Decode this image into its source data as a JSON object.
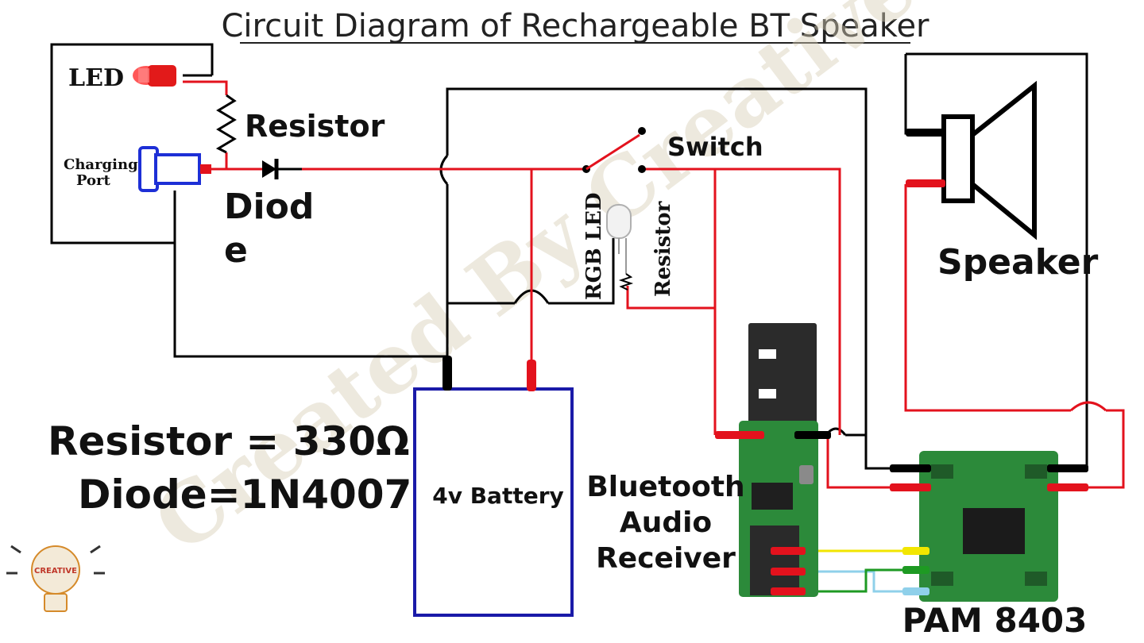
{
  "title": "Circuit Diagram of Rechargeable BT Speaker",
  "labels": {
    "led": "LED",
    "resistor_top": "Resistor",
    "charging_port_line1": "Charging",
    "charging_port_line2": "Port",
    "diode_line1": "Diod",
    "diode_line2": "e",
    "switch": "Switch",
    "rgb_led": "RGB LED",
    "resistor_vertical": "Resistor",
    "speaker": "Speaker",
    "battery": "4v Battery",
    "bt_line1": "Bluetooth",
    "bt_line2": "Audio",
    "bt_line3": "Receiver",
    "pam": "PAM 8403",
    "spec_resistor": "Resistor = 330Ω",
    "spec_diode": "Diode=1N4007"
  },
  "watermark": "Created By Creative Rohan",
  "logo_text": "CREATIVE",
  "colors": {
    "wire_red": "#e3121d",
    "wire_black": "#000000",
    "wire_yellow": "#f2e600",
    "wire_green": "#1e9a23",
    "wire_blue": "#8fd0ea",
    "battery_border": "#1a1aa8",
    "charging_port": "#1d2fd6",
    "pcb_green": "#2c8a3a"
  }
}
